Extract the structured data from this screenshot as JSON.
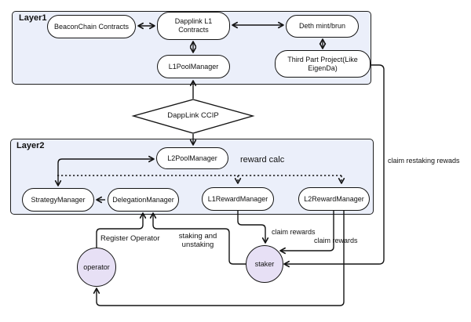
{
  "diagram": {
    "layer1": {
      "label": "Layer1",
      "nodes": {
        "beaconchain": "BeaconChain Contracts",
        "dapplink_l1": "Dapplink L1 Contracts",
        "deth": "Deth mint/brun",
        "l1pool": "L1PoolManager",
        "thirdpart": "Third Part Project(Like EigenDa)"
      }
    },
    "bridge": {
      "ccip": "DappLink CCIP"
    },
    "layer2": {
      "label": "Layer2",
      "nodes": {
        "l2pool": "L2PoolManager",
        "strategy": "StrategyManager",
        "delegation": "DelegationManager",
        "l1reward": "L1RewardManager",
        "l2reward": "L2RewardManager"
      }
    },
    "actors": {
      "operator": "operator",
      "staker": "staker"
    },
    "edge_labels": {
      "reward_calc": "reward calc",
      "claim_restaking": "claim restaking rewads",
      "register_operator": "Register Operator",
      "staking_unstaking": "staking and unstaking",
      "claim_rewards_1": "claim rewards",
      "claim_rewards_2": "claim rewards"
    },
    "colors": {
      "layer_fill": "#ebeffa",
      "node_fill": "#ffffff",
      "actor_fill": "#e7e0f5",
      "line": "#141414"
    }
  }
}
